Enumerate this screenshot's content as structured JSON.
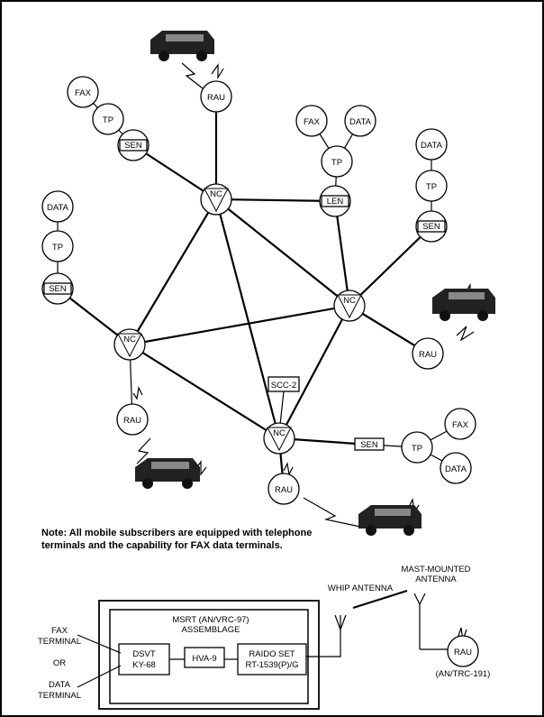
{
  "labels": {
    "nc": "NC",
    "rau": "RAU",
    "tp": "TP",
    "fax": "FAX",
    "data": "DATA",
    "sen": "SEN",
    "len": "LEN",
    "scc2": "SCC-2"
  },
  "note": {
    "line1": "Note: All mobile subscribers are equipped with telephone",
    "line2": "terminals and the capability for FAX data terminals."
  },
  "msrt": {
    "title1": "MSRT (AN/VRC-97)",
    "title2": "ASSEMBLAGE",
    "dsvt1": "DSVT",
    "dsvt2": "KY-68",
    "hva": "HVA-9",
    "radio1": "RAIDO SET",
    "radio2": "RT-1539(P)/G",
    "fax_terminal1": "FAX",
    "fax_terminal2": "TERMINAL",
    "or": "OR",
    "data_terminal1": "DATA",
    "data_terminal2": "TERMINAL",
    "whip": "WHIP  ANTENNA",
    "mast1": "MAST-MOUNTED",
    "mast2": "ANTENNA",
    "rau": "RAU",
    "rau_designation": "(AN/TRC-191)"
  }
}
